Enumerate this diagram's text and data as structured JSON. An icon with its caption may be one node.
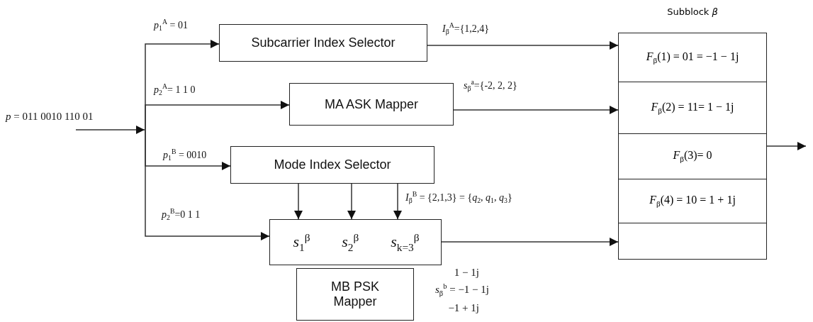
{
  "diagram": {
    "nodes": [
      {
        "text": [
          "*p* = 011  0010  110  01"
        ]
      },
      {
        "text": [
          "Subcarrier Index Selector"
        ]
      },
      {
        "text": [
          "MA ASK Mapper"
        ]
      },
      {
        "text": [
          "Mode Index Selector"
        ]
      },
      {
        "text": [
          "*s*$_{1}$$^{β}$",
          "*s*$_{2}$$^{β}$",
          "*s*$_{k=3}$$^{β}$"
        ]
      },
      {
        "text": [
          "MB PSK Mapper"
        ],
        "beside": [
          "1 − 1j",
          "*s*$_{β}$$^{b}$ = −1 − 1j",
          "−1 + 1j"
        ]
      },
      {
        "text": [
          "Subblock *β*"
        ]
      },
      {
        "text": [
          "*F*$_{β}$(1) = 01 = −1 − 1j"
        ],
        "in": 6
      },
      {
        "text": [
          "*F*$_{β}$(2) = 11= 1 − 1j"
        ],
        "in": 6
      },
      {
        "text": [
          "*F*$_{β}$(3)= 0"
        ],
        "in": 6
      },
      {
        "text": [
          "*F*$_{β}$(4) = 10 = 1 + 1j"
        ],
        "in": 6
      }
    ],
    "edges": [
      {
        "from": 0,
        "to": 1,
        "arrow": "to",
        "label": "*p*$_{1}$$^{A}$ = 01"
      },
      {
        "from": 0,
        "to": 2,
        "arrow": "to",
        "label": "*p*$_{2}$$^{A}$= 1 1 0"
      },
      {
        "from": 0,
        "to": 3,
        "arrow": "to",
        "label": "*p*$_{1}$$^{B}$ = 0010"
      },
      {
        "from": 0,
        "to": 4,
        "arrow": "to",
        "label": "*p*$_{2}$$^{B}$=0 1 1"
      },
      {
        "from": 3,
        "to": 4,
        "arrow": "to"
      },
      {
        "from": 3,
        "to": 4,
        "arrow": "to"
      },
      {
        "from": 3,
        "to": 4,
        "arrow": "to",
        "label": "*I*$_{β}$$^{B}$ = {2,1,3} = {*q*$_{2}$, *q*$_{1}$, *q*$_{3}$}"
      },
      {
        "from": 1,
        "to": 6,
        "arrow": "to",
        "label": "*I*$_{β}$$^{A}$={1,2,4}"
      },
      {
        "from": 2,
        "to": 6,
        "arrow": "to",
        "label": "*s*$_{β}$$^{a}$={-2, 2, 2}"
      },
      {
        "from": 4,
        "to": 6,
        "arrow": "to"
      },
      {
        "from": 6,
        "to": null,
        "arrow": "to"
      }
    ]
  }
}
